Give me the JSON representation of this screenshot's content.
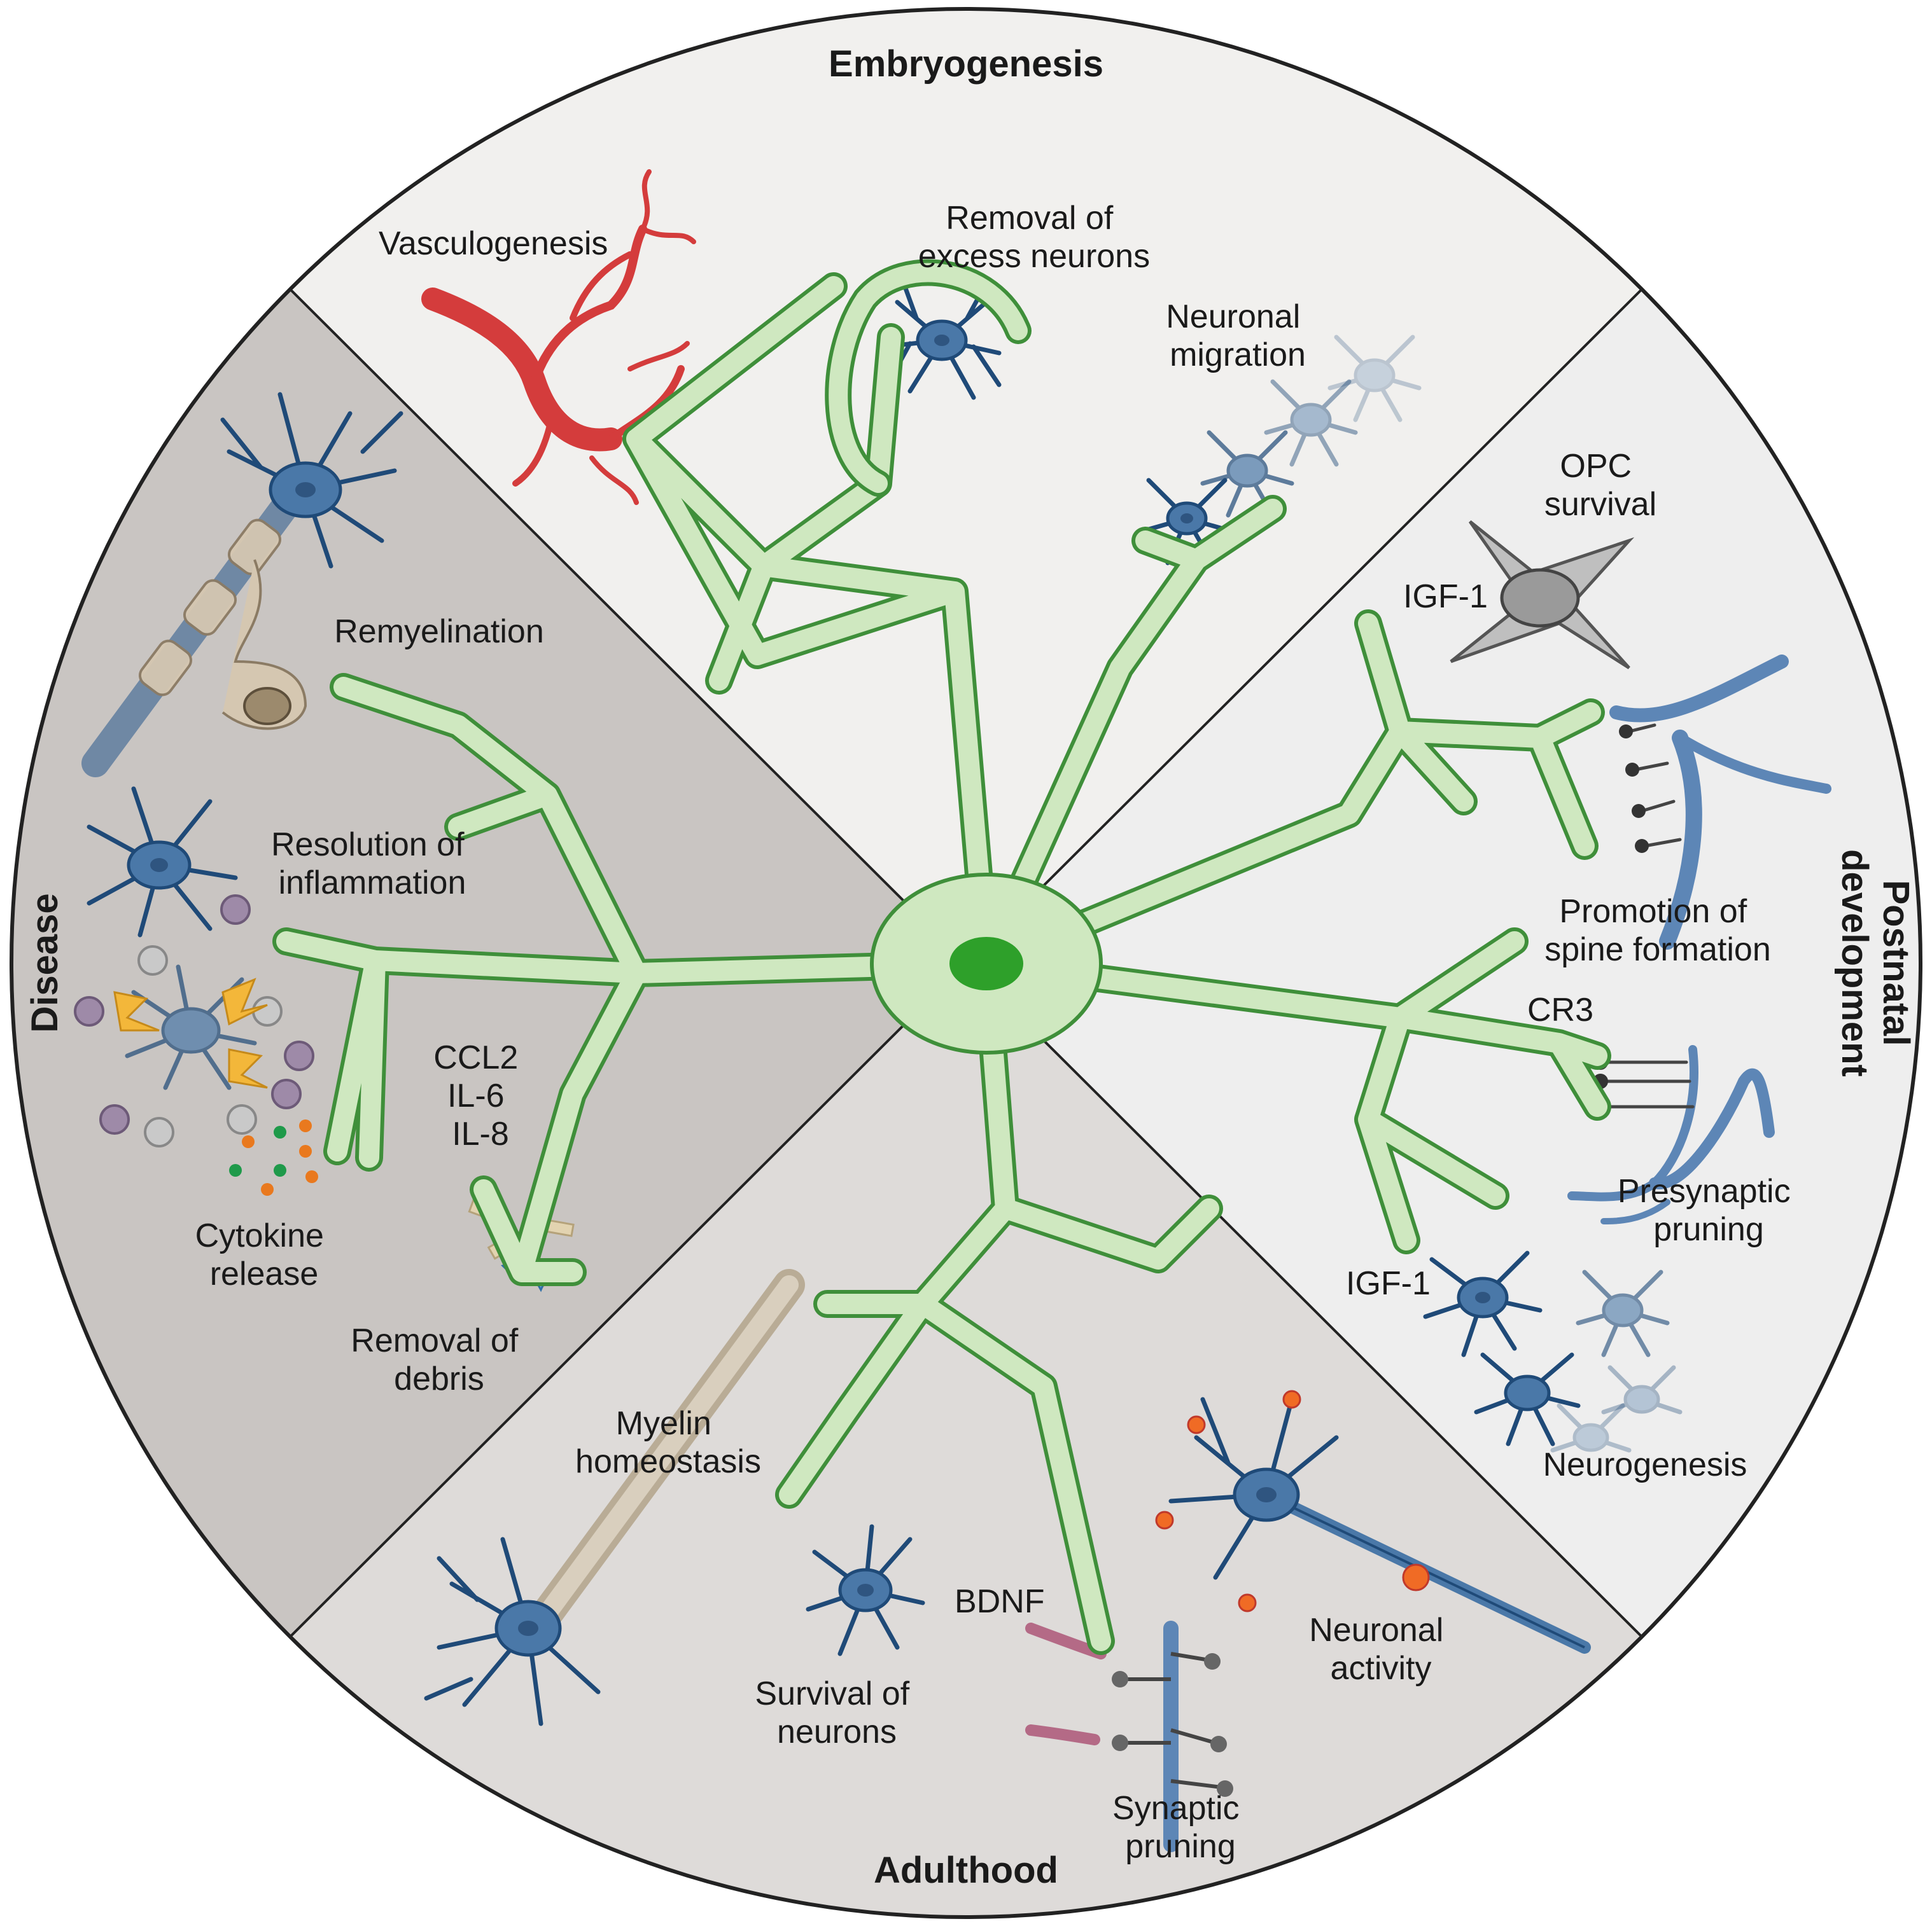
{
  "sections": {
    "embryogenesis": "Embryogenesis",
    "postnatal": [
      "Postnatal",
      "development"
    ],
    "adulthood": "Adulthood",
    "disease": "Disease"
  },
  "labels": {
    "vasculogenesis": "Vasculogenesis",
    "removal_excess": [
      "Removal of",
      "excess neurons"
    ],
    "neuronal_migration": [
      "Neuronal",
      "migration"
    ],
    "opc_survival": [
      "OPC",
      "survival"
    ],
    "igf1_top": "IGF-1",
    "spine_formation": [
      "Promotion of",
      "spine formation"
    ],
    "cr3": "CR3",
    "presynaptic_pruning": [
      "Presynaptic",
      "pruning"
    ],
    "igf1_bottom": "IGF-1",
    "neurogenesis": "Neurogenesis",
    "myelin_homeostasis": [
      "Myelin",
      "homeostasis"
    ],
    "bdnf": "BDNF",
    "survival_neurons": [
      "Survival of",
      "neurons"
    ],
    "neuronal_activity": [
      "Neuronal",
      "activity"
    ],
    "synaptic_pruning": [
      "Synaptic",
      "pruning"
    ],
    "remyelination": "Remyelination",
    "resolution_inflammation": [
      "Resolution of",
      "inflammation"
    ],
    "cytokines": [
      "CCL2",
      "IL-6",
      "IL-8"
    ],
    "cytokine_release": [
      "Cytokine",
      "release"
    ],
    "removal_debris": [
      "Removal of",
      "debris"
    ]
  },
  "colors": {
    "embryo_bg": "#f1f0ee",
    "postnatal_bg": "#eeeeee",
    "adult_bg": "#dedbd9",
    "disease_bg": "#c9c5c2",
    "microglia": "#cfe8c0",
    "microglia_edge": "#3f8f3a",
    "nucleus": "#2ea02a",
    "neuron": "#4a78a8",
    "vessel": "#d43c3c"
  }
}
